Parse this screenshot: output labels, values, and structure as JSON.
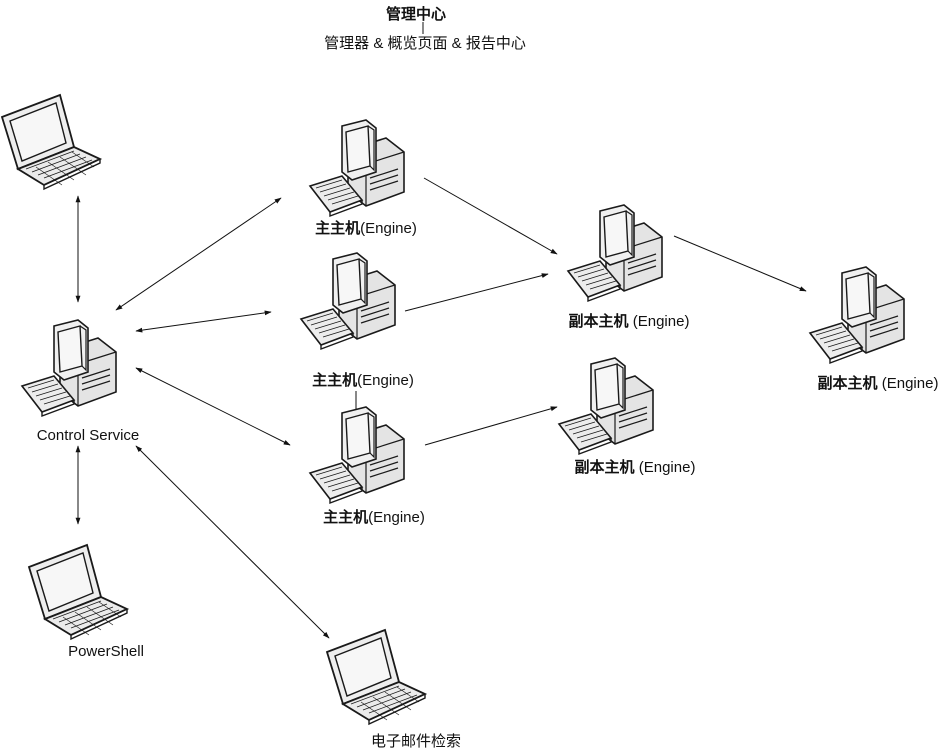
{
  "header": {
    "title": "管理中心",
    "subtitle": "管理器 & 概览页面 & 报告中心"
  },
  "nodes": {
    "laptop_top": {
      "label": ""
    },
    "control_service": {
      "label": "Control Service"
    },
    "laptop_powershell": {
      "label": "PowerShell"
    },
    "laptop_email": {
      "label": "电子邮件检索"
    },
    "engine_1": {
      "label_bold": "主主机",
      "label_rest": "(Engine)"
    },
    "engine_2": {
      "label_bold": "主主机",
      "label_rest": "(Engine)"
    },
    "engine_3": {
      "label_bold": "主主机",
      "label_rest": "(Engine)"
    },
    "replica_1": {
      "label_bold": "副本主机",
      "label_rest": " (Engine)"
    },
    "replica_2": {
      "label_bold": "副本主机",
      "label_rest": " (Engine)"
    },
    "replica_3": {
      "label_bold": "副本主机",
      "label_rest": " (Engine)"
    }
  },
  "colors": {
    "line": "#111111",
    "device_outline": "#1a1a1a",
    "device_fill": "#ececec",
    "screen_fill": "#f4f4f4"
  }
}
